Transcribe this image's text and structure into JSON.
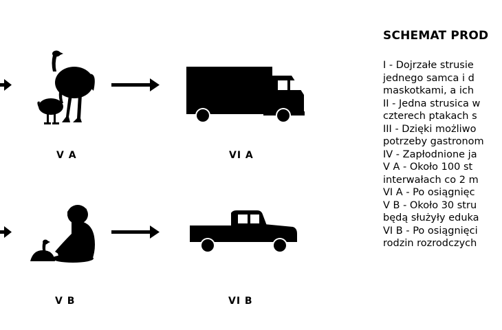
{
  "stages": {
    "va": "V A",
    "via": "VI A",
    "vb": "V B",
    "vib": "VI B"
  },
  "icons": [
    "ostrich-icon",
    "chick-icon",
    "truck-icon",
    "child-icon",
    "pickup-truck-icon",
    "arrow-icon"
  ],
  "legend": {
    "title": "SCHEMAT PROD",
    "lines": [
      "I - Dojrzałe strusie",
      "jednego samca i d",
      "maskotkami, a ich",
      "II - Jedna strusica w",
      "czterech ptakach s",
      "III - Dzięki możliwo",
      "potrzeby gastronom",
      "IV - Zapłodnione ja",
      "V A - Około 100 st",
      "interwałach co 2 m",
      "VI A - Po osiągnięc",
      "V B - Około 30 stru",
      "będą służyły eduka",
      "VI B - Po osiągnięci",
      "rodzin rozrodczych"
    ]
  }
}
